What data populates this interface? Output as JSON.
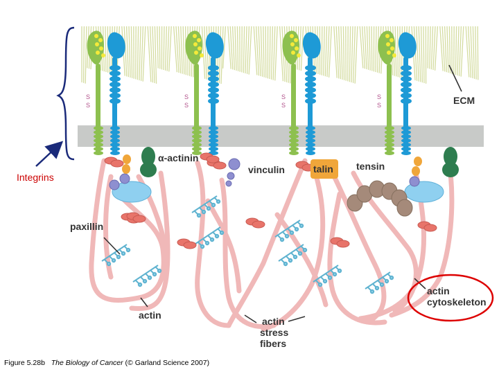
{
  "labels": {
    "integrins": "Integrins",
    "ecm": "ECM",
    "alpha_actinin": "α-actinin",
    "vinculin": "vinculin",
    "talin": "talin",
    "tensin": "tensin",
    "paxillin": "paxillin",
    "actin": "actin",
    "stress_fibers_line1": "actin",
    "stress_fibers_line2": "stress",
    "stress_fibers_line3": "fibers",
    "cytoskeleton_line1": "actin",
    "cytoskeleton_line2": "cytoskeleton",
    "disulfide": "S"
  },
  "caption": {
    "figure": "Figure 5.28b",
    "book": "The Biology of Cancer",
    "credit": "(© Garland Science 2007)"
  },
  "colors": {
    "alpha_subunit": "#8dc04f",
    "beta_subunit": "#1e9ad6",
    "membrane": "#c8cac8",
    "ecm_fibers": "#d4dca0",
    "actin": "#f0b8b8",
    "talin": "#f0a63a",
    "vinculin": "#8e8fd0",
    "fak": "#8fd0f0",
    "tensin": "#a58a7a",
    "green_protein": "#2e7d4f",
    "alpha_actinin": "#e8746a",
    "highlight": "#dd0000",
    "arrow": "#1a2a7a"
  }
}
